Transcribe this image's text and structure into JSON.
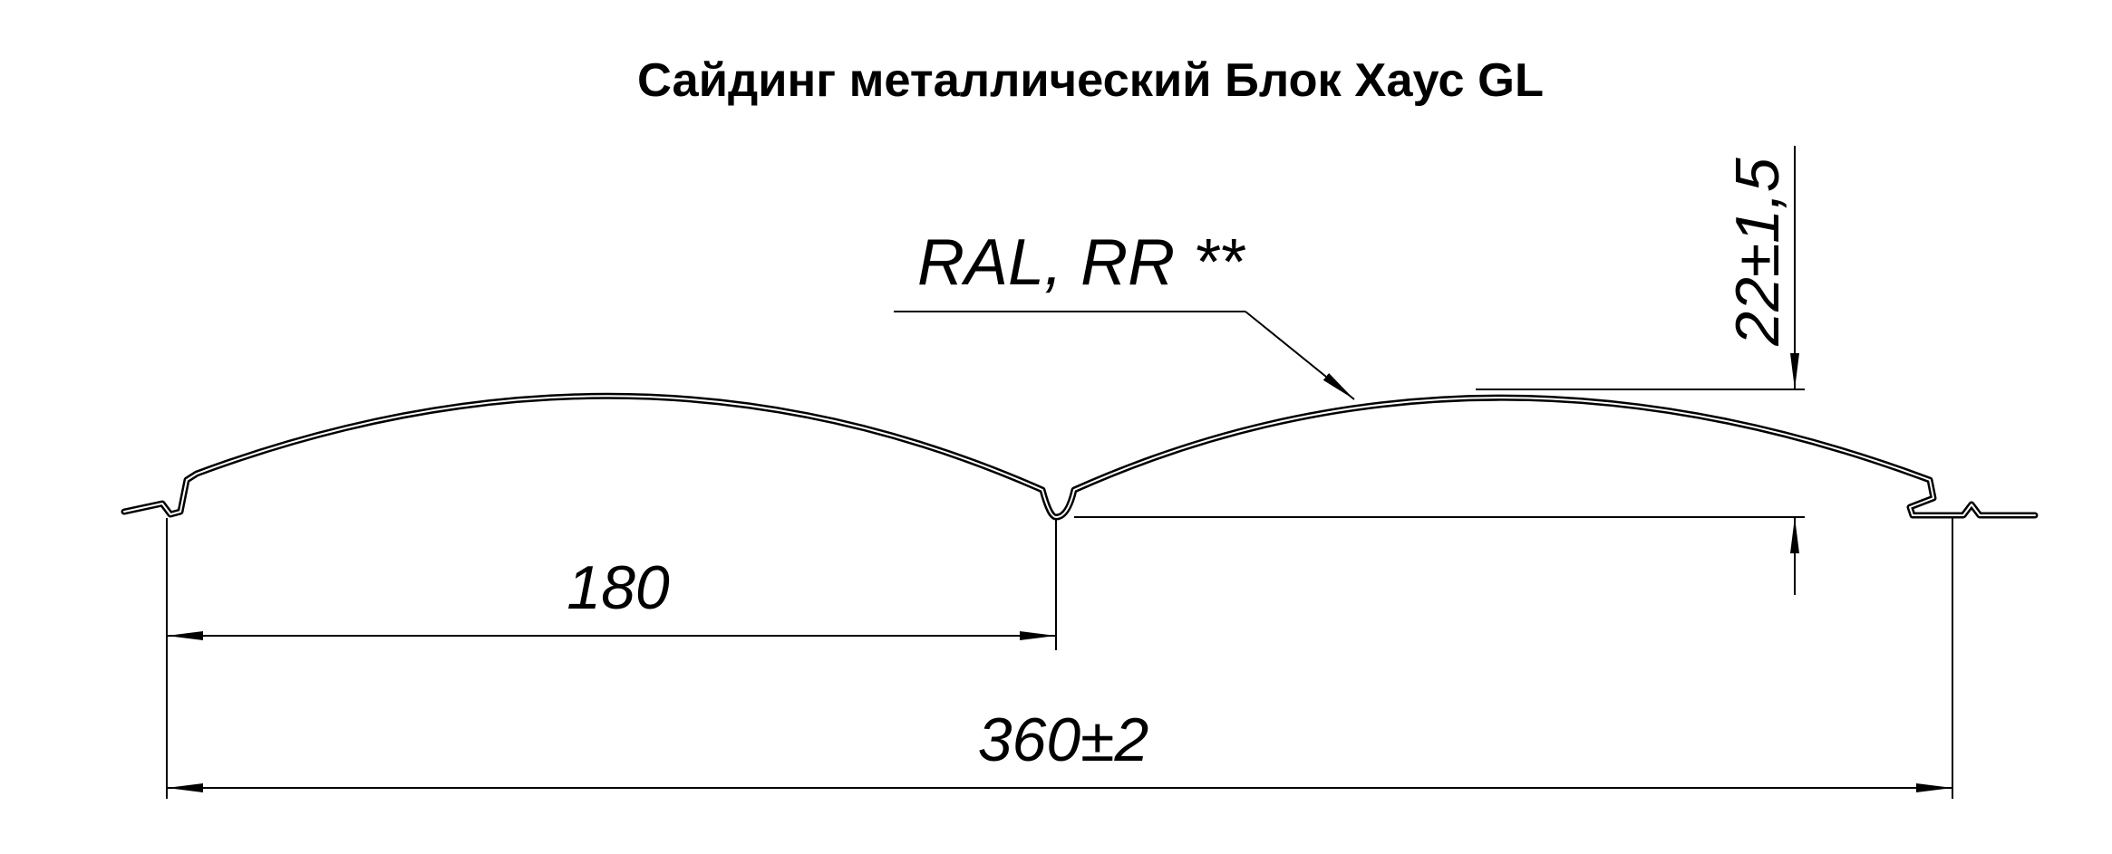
{
  "title": "Сайдинг металлический Блок Хаус GL",
  "coating_label": "RAL, RR **",
  "dimensions": {
    "module_width": "180",
    "total_width": "360±2",
    "height": "22±1,5"
  },
  "colors": {
    "line": "#000000",
    "background": "#ffffff"
  }
}
